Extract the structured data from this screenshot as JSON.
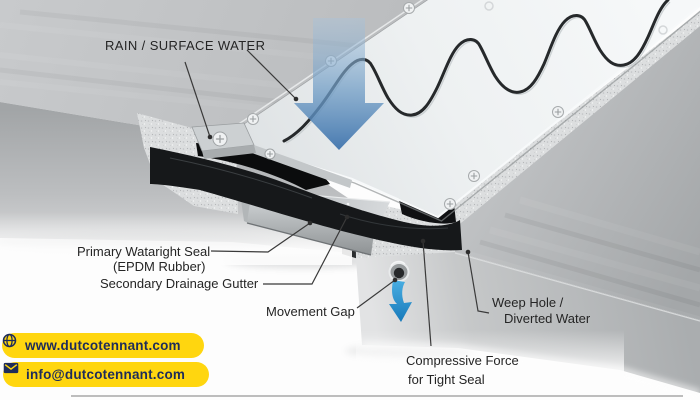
{
  "diagram": {
    "labels": {
      "rain": "RAIN / SURFACE WATER",
      "primary_line1": "Primary Wataright Seal",
      "primary_line2": "(EPDM Rubber)",
      "secondary": "Secondary Drainage Gutter",
      "movement": "Movement Gap",
      "compressive_line1": "Compressive Force",
      "compressive_line2": "for Tight Seal",
      "weep_line1": "Weep Hole /",
      "weep_line2": "Diverted Water"
    },
    "colors": {
      "concrete_top": "#c0c2c4",
      "concrete_face": "#a9acae",
      "speckled_cut": "#dcdedf",
      "plate": "#eef1f2",
      "seal_black": "#16181a",
      "force_arrow_blue": "#4b85ba",
      "weep_arrow_blue": "#2f9bd8",
      "leader_line": "#3a3a3a"
    }
  },
  "footer": {
    "website": "www.dutcotennant.com",
    "email": "info@dutcotennant.com",
    "badge_bg": "#ffd60f",
    "badge_text_color": "#1e2c5a",
    "website_icon": "globe",
    "email_icon": "envelope"
  }
}
